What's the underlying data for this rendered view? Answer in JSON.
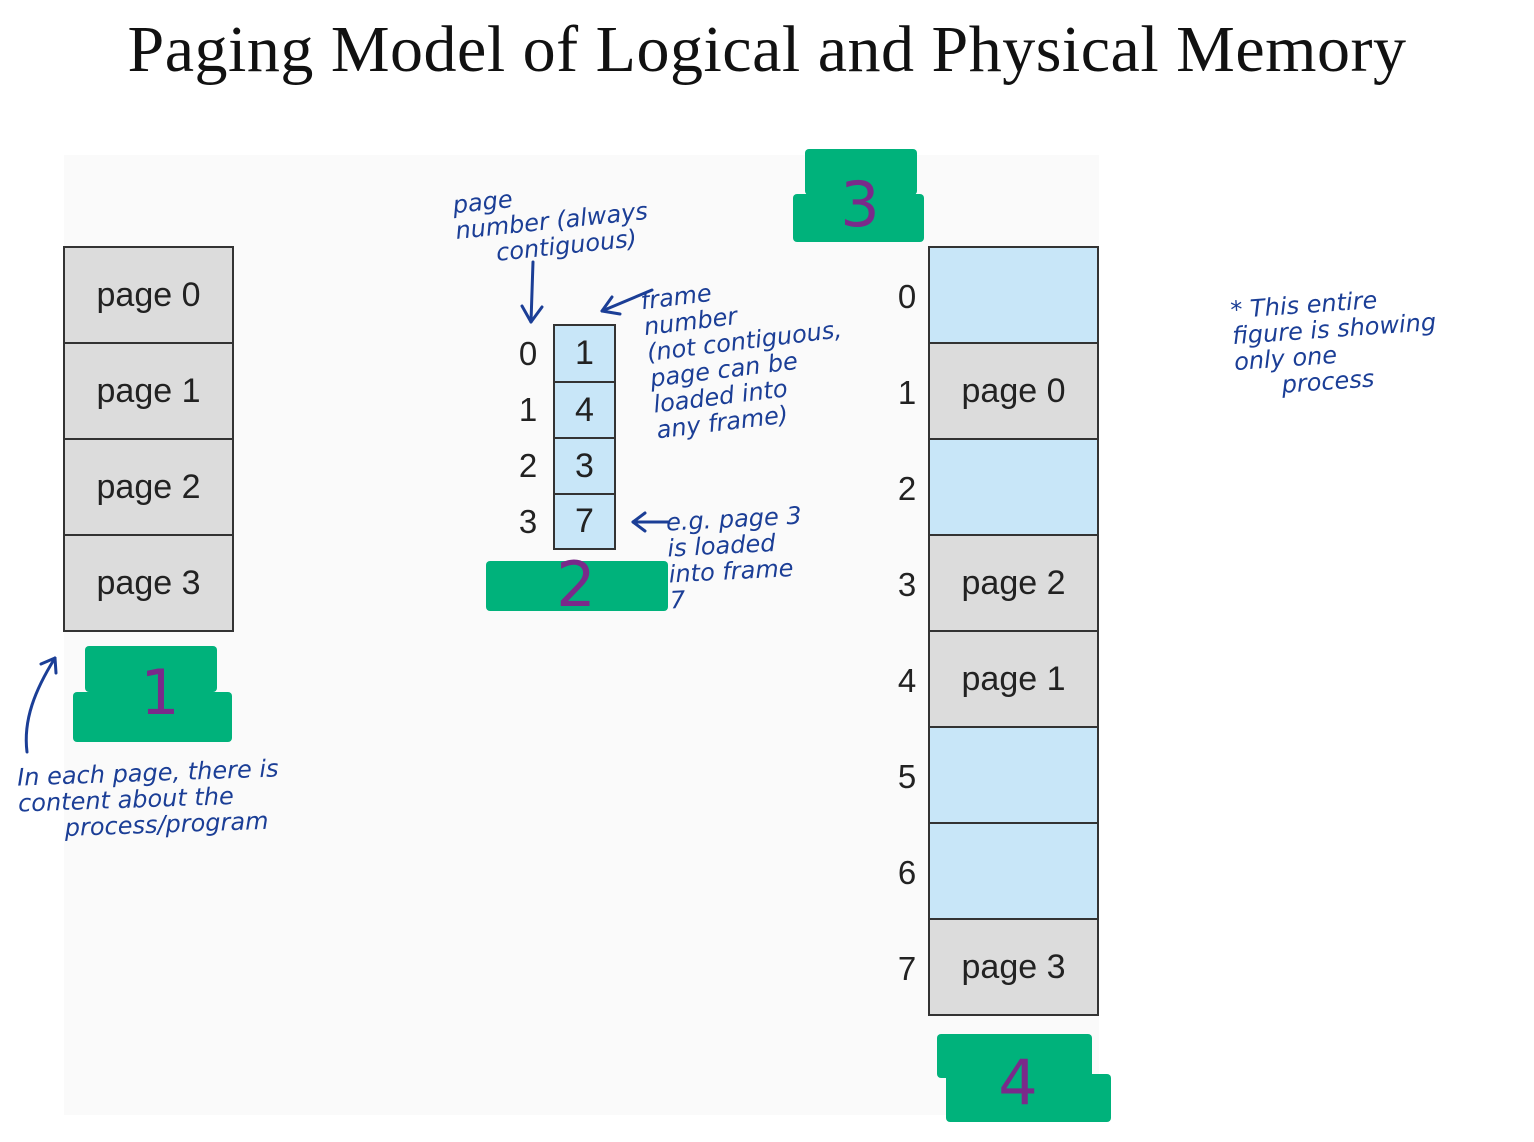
{
  "title": "Paging Model of Logical and  Physical Memory",
  "logical_memory": {
    "pages": [
      "page 0",
      "page 1",
      "page 2",
      "page 3"
    ]
  },
  "page_table": {
    "page_numbers": [
      "0",
      "1",
      "2",
      "3"
    ],
    "frame_numbers": [
      "1",
      "4",
      "3",
      "7"
    ]
  },
  "physical_memory": {
    "frame_indices": [
      "0",
      "1",
      "2",
      "3",
      "4",
      "5",
      "6",
      "7"
    ],
    "frames": [
      "",
      "page 0",
      "",
      "page 2",
      "page 1",
      "",
      "",
      "page 3"
    ]
  },
  "annotations": {
    "page_number_note": "page\nnumber (always\n     contiguous)",
    "frame_number_note": "frame\nnumber\n(not contiguous,\npage can be\nloaded into\nany frame)",
    "example_note": "e.g. page 3\nis loaded\ninto frame\n7",
    "page_content_note": "In each page, there is\ncontent about the\n      process/program",
    "process_note": "* This entire\nfigure is showing\nonly one\n      process"
  },
  "markers": [
    "1",
    "2",
    "3",
    "4"
  ],
  "colors": {
    "page_fill": "#dcdcdc",
    "frame_fill": "#c8e6f8",
    "marker_green": "#00b27b",
    "marker_text": "#7a2a8a",
    "handwriting": "#1b3e96"
  }
}
